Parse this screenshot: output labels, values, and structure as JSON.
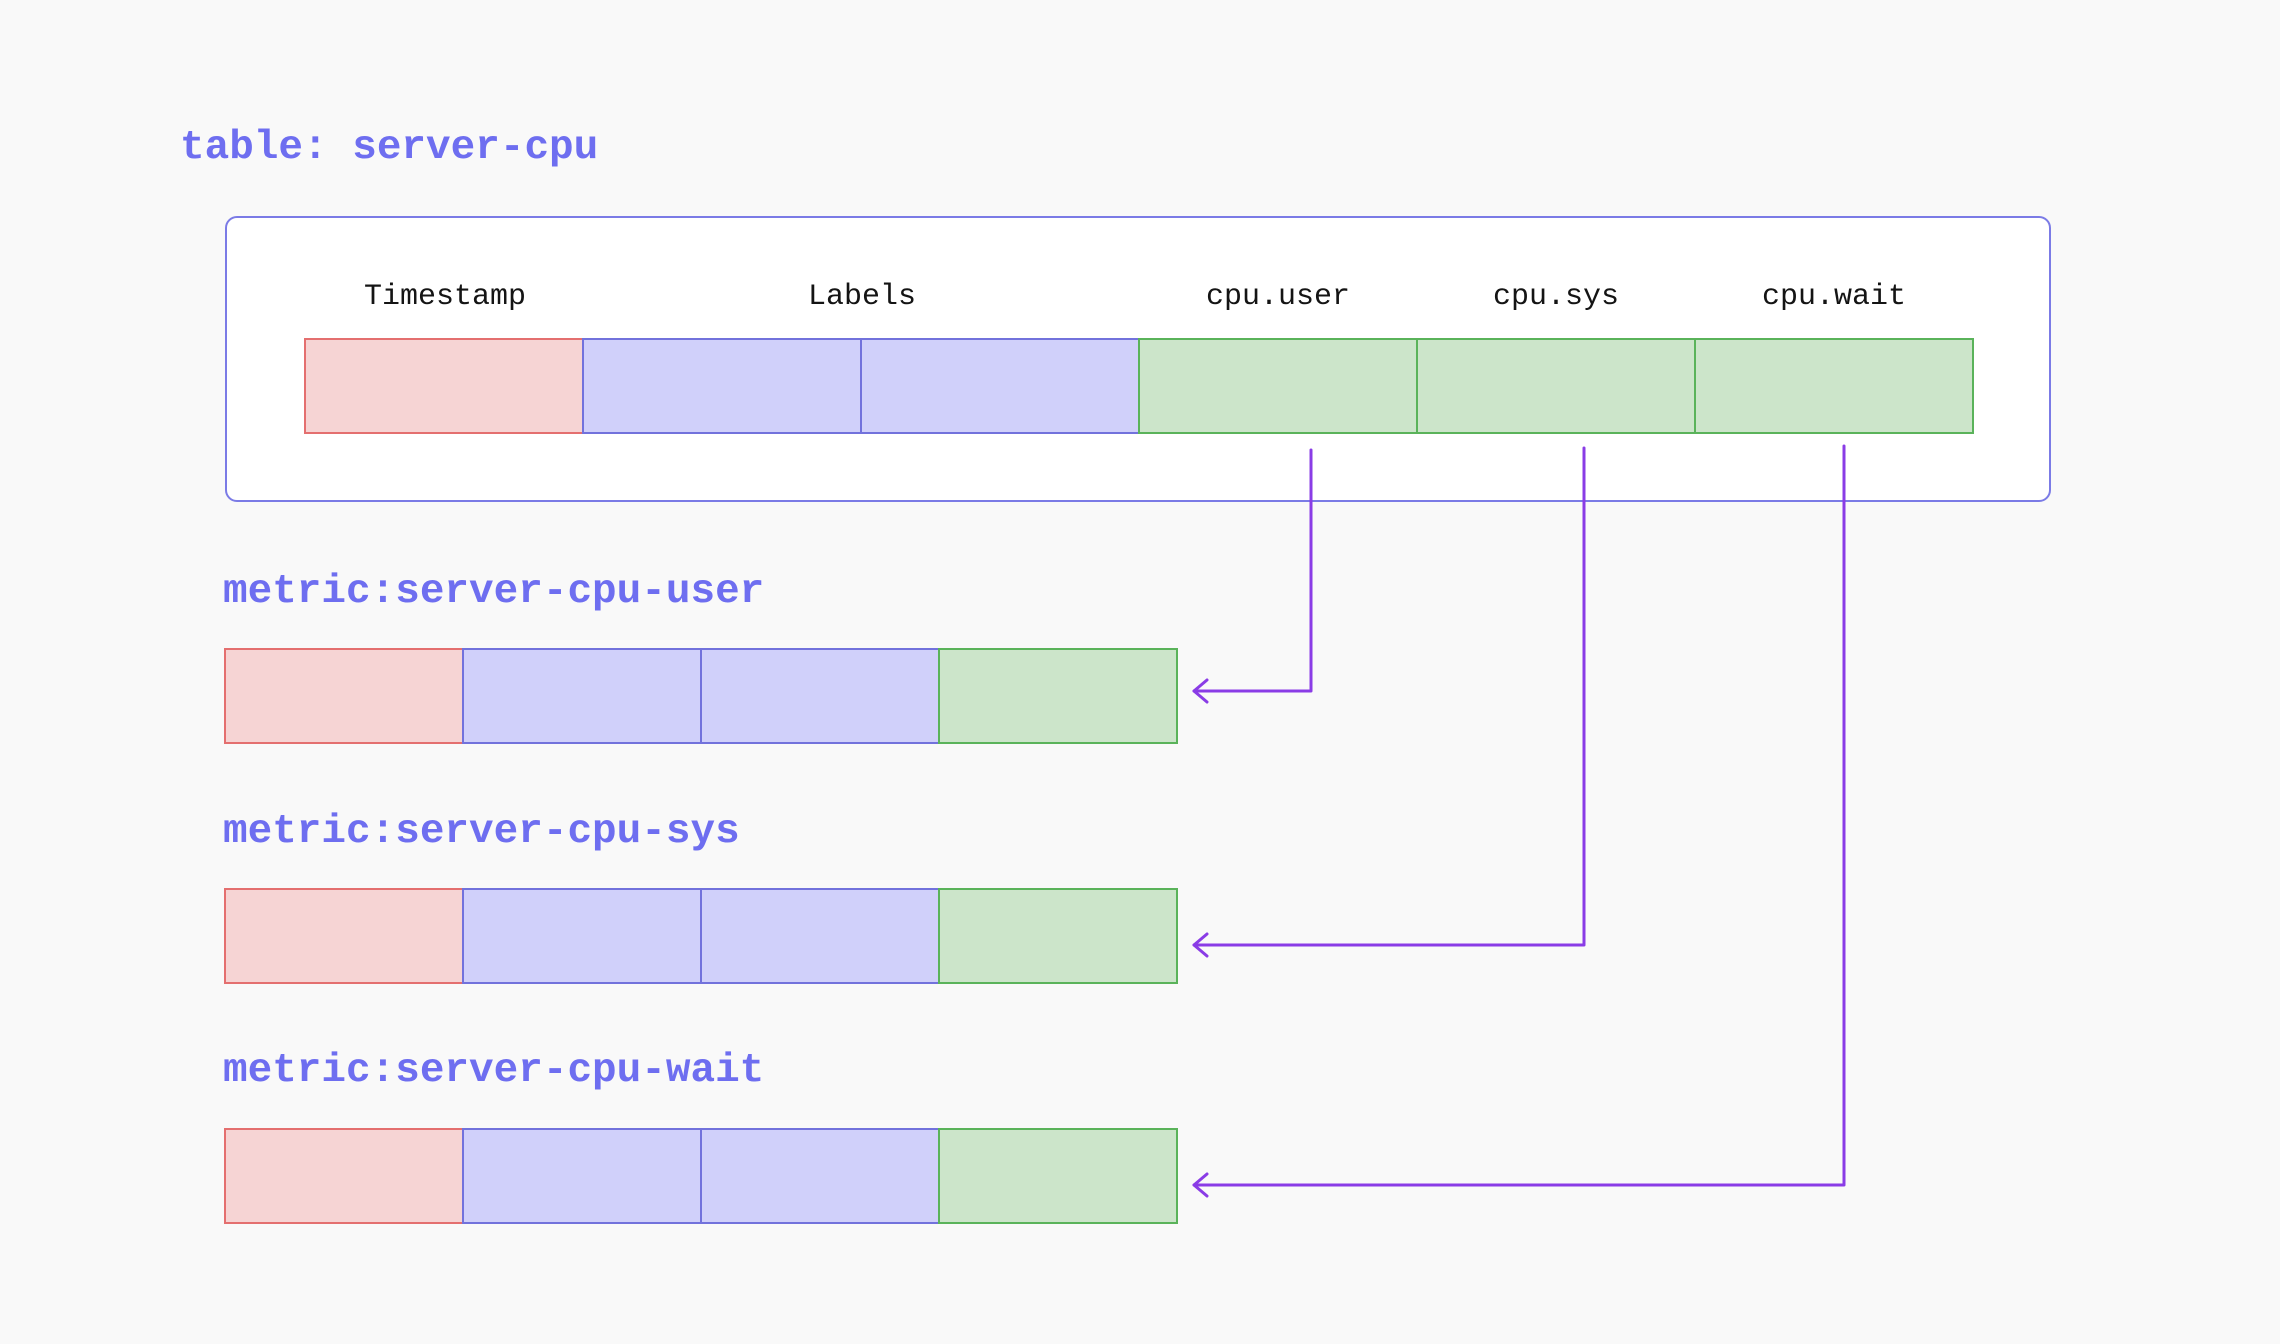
{
  "table": {
    "title": "table: server-cpu",
    "columns": [
      {
        "label": "Timestamp",
        "kind": "timestamp"
      },
      {
        "label": "Labels",
        "kind": "labels"
      },
      {
        "label": "cpu.user",
        "kind": "metric"
      },
      {
        "label": "cpu.sys",
        "kind": "metric"
      },
      {
        "label": "cpu.wait",
        "kind": "metric"
      }
    ]
  },
  "metrics": [
    {
      "title": "metric:server-cpu-user",
      "source_column": "cpu.user"
    },
    {
      "title": "metric:server-cpu-sys",
      "source_column": "cpu.sys"
    },
    {
      "title": "metric:server-cpu-wait",
      "source_column": "cpu.wait"
    }
  ],
  "colors": {
    "title": "#6e6ef0",
    "timestamp_fill": "#f6d4d4",
    "timestamp_border": "#e46f6f",
    "labels_fill": "#d0d0fa",
    "labels_border": "#7272dc",
    "metric_fill": "#cce5ca",
    "metric_border": "#5ab35a",
    "arrow": "#8a3ce6"
  }
}
